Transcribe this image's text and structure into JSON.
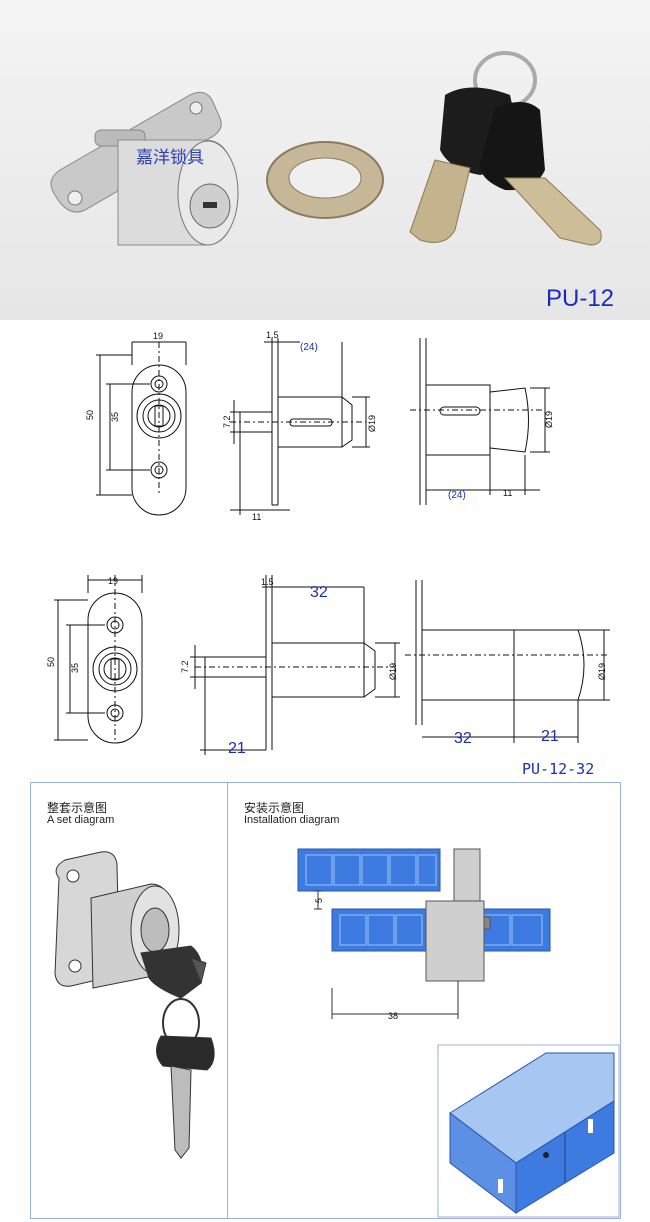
{
  "photo": {
    "watermark": "嘉洋锁具",
    "model": "PU-12"
  },
  "drawing1": {
    "width_label": "19",
    "height_outer": "50",
    "height_inner": "35",
    "flange_thick": "1.5",
    "body_len": "(24)",
    "pin_dia": "7.2",
    "body_dia": "Ø19",
    "pin_len": "11"
  },
  "drawing2": {
    "width_label": "19",
    "height_outer": "50",
    "height_inner": "35",
    "flange_thick": "1.5",
    "body_len": "32",
    "pin_dia": "7.2",
    "body_dia": "Ø19",
    "pin_len": "21",
    "model": "PU-12-32"
  },
  "set_panel": {
    "title_cn": "整套示意图",
    "title_en": "A set diagram"
  },
  "install_panel": {
    "title_cn": "安装示意图",
    "title_en": "Installation diagram",
    "gap": "5",
    "depth": "38"
  }
}
